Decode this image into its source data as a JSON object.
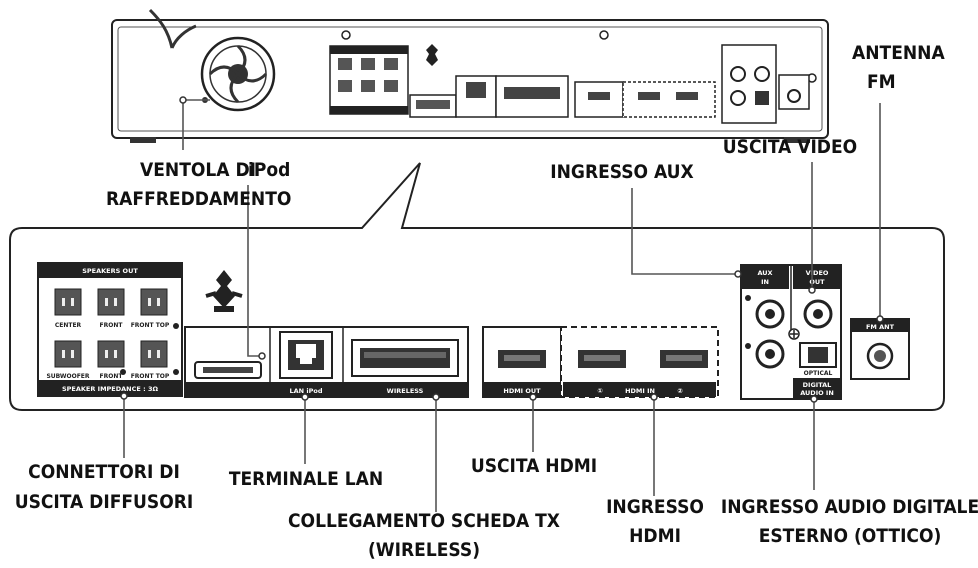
{
  "callouts": {
    "antenna_fm_l1": "ANTENNA",
    "antenna_fm_l2": "FM",
    "cooling_fan_l1": "VENTOLA DI",
    "cooling_fan_l2": "RAFFREDDAMENTO",
    "ipod": "iPod",
    "aux_in": "INGRESSO AUX",
    "video_out": "USCITA VIDEO",
    "speaker_connectors_l1": "CONNETTORI DI",
    "speaker_connectors_l2": "USCITA DIFFUSORI",
    "lan_terminal": "TERMINALE LAN",
    "hdmi_out": "USCITA HDMI",
    "tx_card_l1": "COLLEGAMENTO SCHEDA TX",
    "tx_card_l2": "(WIRELESS)",
    "hdmi_in_l1": "INGRESSO",
    "hdmi_in_l2": "HDMI",
    "digital_audio_l1": "INGRESSO AUDIO DIGITALE",
    "digital_audio_l2": "ESTERNO (OTTICO)"
  },
  "panel_labels": {
    "speakers_out": "SPEAKERS OUT",
    "center": "CENTER",
    "front_left": "FRONT",
    "front_top_left": "FRONT TOP",
    "subwoofer": "SUBWOOFER",
    "front_right": "FRONT",
    "front_top_right": "FRONT TOP",
    "speaker_impedance": "SPEAKER IMPEDANCE : 3Ω",
    "lan_ipod": "LAN iPod",
    "wireless": "WIRELESS",
    "hdmi_out": "HDMI OUT",
    "hdmi_in": "HDMI IN",
    "hdmi_in_1": "①",
    "hdmi_in_2": "②",
    "aux_in_l1": "AUX",
    "aux_in_l2": "IN",
    "video_out_l1": "VIDEO",
    "video_out_l2": "OUT",
    "optical": "OPTICAL",
    "digital_audio_in_l1": "DIGITAL",
    "digital_audio_in_l2": "AUDIO IN",
    "fm_ant": "FM ANT"
  }
}
